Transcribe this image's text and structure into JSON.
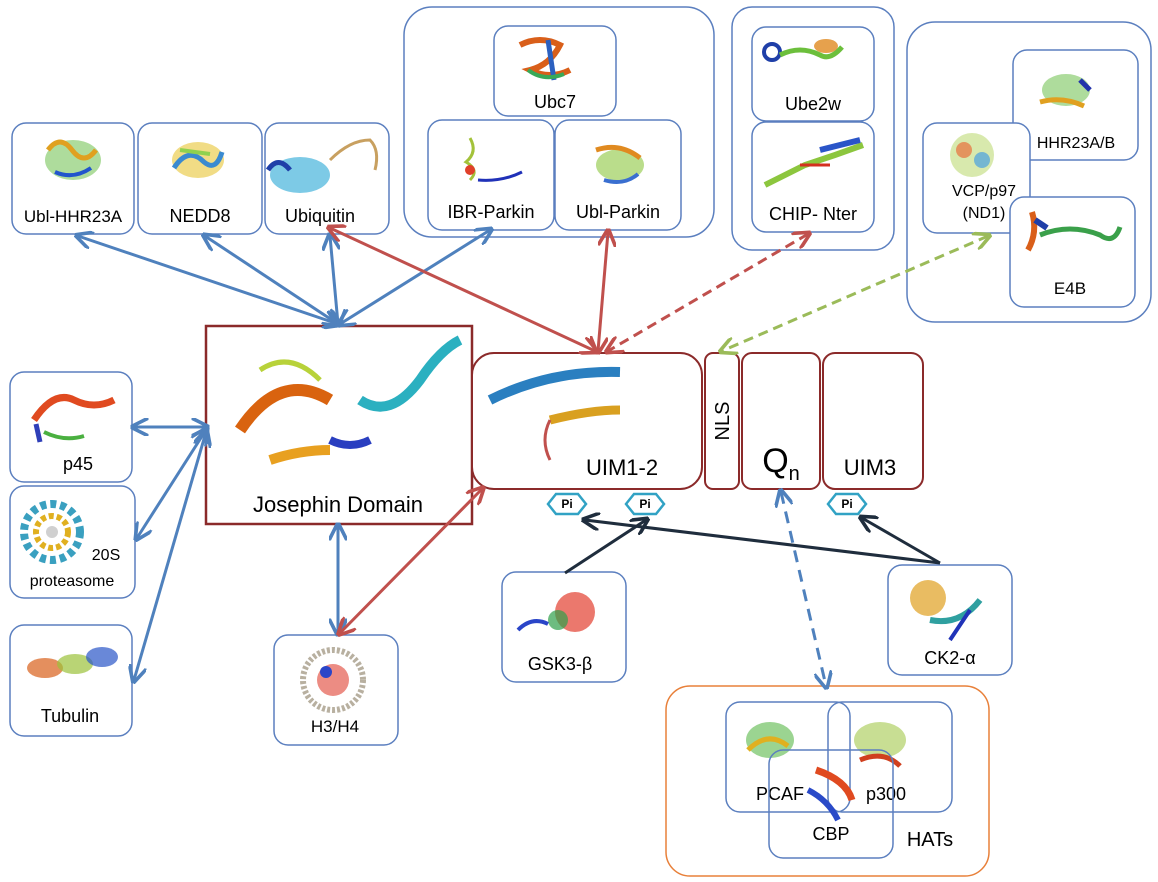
{
  "partners": {
    "ubl_hhr23a": "Ubl-HHR23A",
    "nedd8": "NEDD8",
    "ubiquitin": "Ubiquitin",
    "ibr_parkin": "IBR-Parkin",
    "ubl_parkin": "Ubl-Parkin",
    "ubc7": "Ubc7",
    "ube2w": "Ube2w",
    "chip_nter": "CHIP- Nter",
    "hhr23ab": "HHR23A/B",
    "vcp_line1": "VCP/p97",
    "vcp_line2": "(ND1)",
    "e4b": "E4B",
    "p45": "p45",
    "proteasome_line1": "20S",
    "proteasome_line2": "proteasome",
    "tubulin": "Tubulin",
    "h3h4": "H3/H4",
    "gsk3b": "GSK3-β",
    "ck2a": "CK2-α",
    "pcaf": "PCAF",
    "p300": "p300",
    "cbp": "CBP",
    "hats": "HATs"
  },
  "domains": {
    "josephin": "Josephin Domain",
    "uim12": "UIM1-2",
    "nls": "NLS",
    "qn_base": "Q",
    "qn_sub": "n",
    "uim3": "UIM3"
  },
  "phospho": {
    "label": "Pi"
  },
  "colors": {
    "box_border": "#5b7fbf",
    "domain_border": "#8b2a2a",
    "blue_arrow": "#4f81bd",
    "red_arrow": "#c0504d",
    "green_arrow": "#9bbb59",
    "dark_arrow": "#1f2d3d",
    "pi_border": "#31a2c4",
    "hats_border": "#e8803a"
  }
}
